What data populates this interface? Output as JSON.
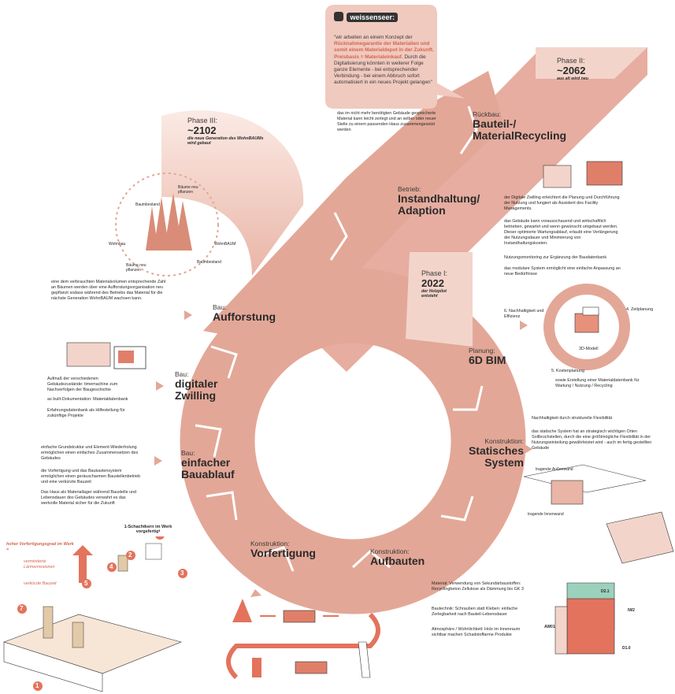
{
  "bubble": {
    "brand": "weissenseer:",
    "line1": "\"wir arbeiten an einem Konzept der",
    "accent1": "Rücknahmegarantie der Materialien und somit einem Materialdepot in der Zukunft.",
    "accent2": "Preisbasis = Materialeinkauf.",
    "line2": "Durch die Digitalisierung könnten in weiterer Folge ganze Elemente - bei entsprechender Verbindung - bei einem Abbruch sofort automatisiert in ein neues Projekt gelangen\""
  },
  "phases": {
    "p1": {
      "label": "Phase I:",
      "year": "2022",
      "note": "der Holzpilot entsteht"
    },
    "p2": {
      "label": "Phase II:",
      "year": "~2062",
      "note": "aus alt wird neu"
    },
    "p3": {
      "label": "Phase III:",
      "year": "~2102",
      "note": "die neue Generation des WohnBAUMs wird gebaut"
    }
  },
  "segments": {
    "rueckbau": {
      "sub": "Rückbau:",
      "title": "Bauteil-/ MaterialRecycling"
    },
    "betrieb": {
      "sub": "Betrieb:",
      "title": "Instandhaltung/ Adaption"
    },
    "aufforstung": {
      "sub": "Bau:",
      "title": "Aufforstung"
    },
    "planung": {
      "sub": "Planung:",
      "title": "6D BIM"
    },
    "zwilling": {
      "sub": "Bau:",
      "title": "digitaler Zwilling"
    },
    "statik": {
      "sub": "Konstruktion:",
      "title": "Statisches System"
    },
    "bauablauf": {
      "sub": "Bau:",
      "title": "einfacher Bauablauf"
    },
    "vorfertigung": {
      "sub": "Konstruktion:",
      "title": "Vorfertigung"
    },
    "aufbauten": {
      "sub": "Konstruktion:",
      "title": "Aufbauten"
    }
  },
  "notes": {
    "rueckbau": "das im nicht mehr benötigten Gebäude gespeicherte Material kann leicht zerlegt und an selber oder neuer Stelle zu einem passenden Haus zusammengesetzt werden",
    "betrieb1": "der Digitale Zwilling erleichtert die Planung und Durchführung der Nutzung und fungiert als Assistent des Facility Managements.",
    "betrieb2": "das Gebäude kann vorausschauend und wirtschaftlich betrieben, gewartet und wenn gewünscht umgebaut werden. Dieser optimierte Wartungsablauf, erlaubt eine Verlängerung der Nutzungsdauer und Minimierung von Instandhaltungskosten.",
    "betrieb3": "Nutzungsmonitoring zur Ergänzung der Baudatenbank",
    "betrieb4": "das modulare System ermöglicht eine einfache Anpassung an neue Bedürfnisse",
    "aufforstung": "eine dem verbrauchten Materialvolumen entsprechende Zahl an Bäumen werden über eine Aufforstungsorganisation neu gepflanzt sodass während des Betriebs das Material für die nächste Generation WohnBAUM wachsen kann.",
    "zwilling1": "Aufmaß der verschiedenen Gebäudezustände: timemachine zum Nachverfolgen der Baugeschichte",
    "zwilling2": "as built-Dokumentation: Materialdatenbank",
    "zwilling3": "Erfahrungsdatenbank als Hilfestellung für zukünftige Projekte",
    "bim_center": "3D-Modell",
    "bim4": "4. Zeitplanung",
    "bim5": "5. Kostenplanung",
    "bim6": "6. Nachhaltigkeit und Effizienz",
    "bim_note": "sowie Erstellung einer Materialdatenbank für Wartung / Nutzung / Recycling",
    "statik1": "Nachhaltigkeit durch strukturelle Flexibilität",
    "statik2": "das statische System hat an strategisch wichtigen Orten Sollbruchstellen, durch die eine größtmögliche Flexibilität in der Nutzungseinteilung gewährleistet wird - auch im fertig gestellten Gebäude",
    "statik_l1": "tragende Außenwand",
    "statik_l2": "tragende Innenwand",
    "bauablauf1": "einfache Grundstruktur und Element-Wiederholung ermöglichen einen einfaches Zusammensetzen des Gebäudes",
    "bauablauf2": "die Vorfertigung und das Baukastensystem ermöglichen einen geräuscharmen Baustellenbetrieb und eine verkürzte Bauzeit",
    "bauablauf3": "Das Haus als Materiallager während Baustelle und Lebensdauer des Gebäudes verwahrt es das wertvolle Material sicher für die Zukunft",
    "schacht": "1-Schachtkern im Werk vorgefertigt",
    "vorfertigung1": "hoher Vorfertigungsgrad im Werk =",
    "vorfertigung2": "verminderte Lärmemissionen",
    "vorfertigung3": "verkürzte Bauzeit",
    "aufbauten1": "Material: Verwendung von Sekundärbaustoffen: Recyclingbeton Zellulose als Dämmung bis GK 3",
    "aufbauten2": "Bautechnik: Schrauben statt Kleben: einfache Zerlegbarkeit nach Bauteil-Lebensdauer",
    "aufbauten3": "Atmosphäre / Wohnlichkeit: Holz im Innenraum sichtbar machen Schadstoffarme Produkte",
    "wall_labels": [
      "D2.1",
      "IW2",
      "AW01",
      "D1.0"
    ],
    "forest_labels": [
      "Baumbestand",
      "Bäume neu pflanzen",
      "WohnBAUM",
      "Baumbestand",
      "Bäume neu pflanzen",
      "Wohnbau"
    ]
  },
  "numbers": [
    "1",
    "2",
    "3",
    "4",
    "5",
    "6",
    "7"
  ],
  "colors": {
    "main": "#e3a797",
    "light": "#f3d2c8",
    "accent": "#d5654d",
    "dark": "#2a2a2a"
  }
}
